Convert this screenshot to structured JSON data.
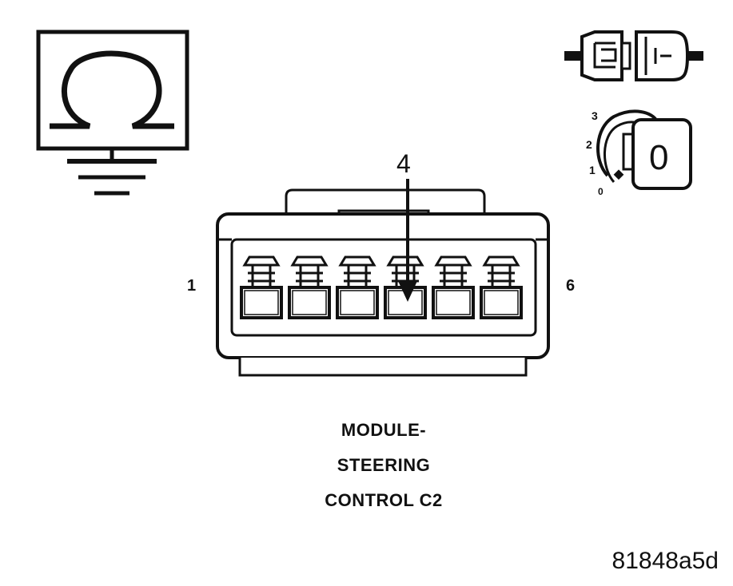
{
  "connector": {
    "pin_first": "1",
    "pin_last": "6",
    "pin_callout": "4",
    "pin_count": 6,
    "highlighted_pin": 4
  },
  "caption": {
    "line1": "MODULE-",
    "line2": "STEERING",
    "line3": "CONTROL C2"
  },
  "figure_code": "81848a5d",
  "ignition": {
    "positions": [
      "3",
      "2",
      "1",
      "0"
    ],
    "key_label": "0"
  },
  "meter": {
    "symbol": "Ω"
  }
}
